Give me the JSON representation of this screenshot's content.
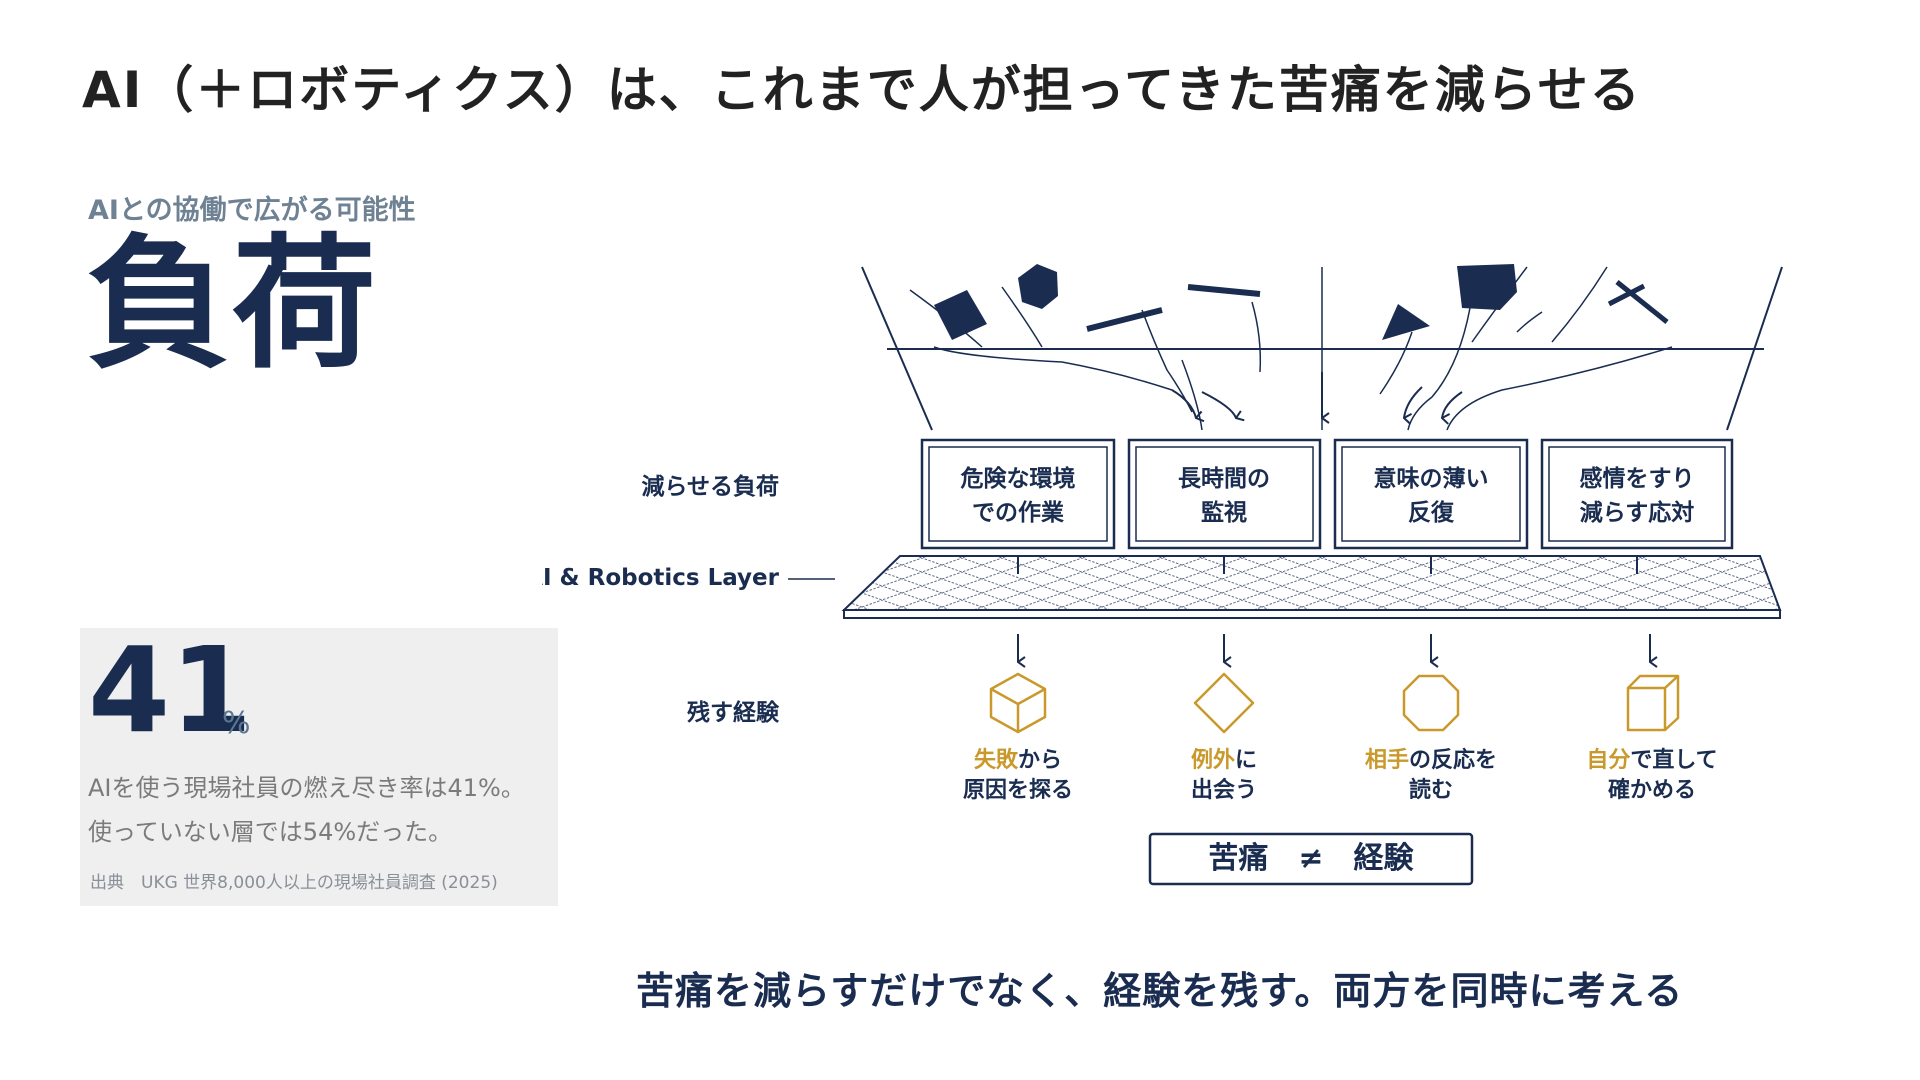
{
  "page": {
    "title": "AI（＋ロボティクス）は、これまで人が担ってきた苦痛を減らせる",
    "subtitle": "AIとの協働で広がる可能性",
    "keyword": "負荷",
    "footer": "苦痛を減らすだけでなく、経験を残す。両方を同時に考える"
  },
  "stat": {
    "value": "41",
    "unit": "%",
    "lines": [
      "AIを使う現場社員の燃え尽き率は41%。",
      "使っていない層では54%だった。"
    ],
    "source": "出典　UKG 世界8,000人以上の現場社員調査 (2025)"
  },
  "diagram": {
    "row_labels": {
      "burden": "減らせる負荷",
      "layer": "AI & Robotics Layer",
      "experience": "残す経験"
    },
    "burdens": [
      {
        "line1": "危険な環境",
        "line2": "での作業"
      },
      {
        "line1": "長時間の",
        "line2": "監視"
      },
      {
        "line1": "意味の薄い",
        "line2": "反復"
      },
      {
        "line1": "感情をすり",
        "line2": "減らす応対"
      }
    ],
    "experiences": [
      {
        "icon": "cube-icon",
        "highlight": "失敗",
        "rest": "から",
        "line2": "原因を探る"
      },
      {
        "icon": "diamond-icon",
        "highlight": "例外",
        "rest": "に",
        "line2": "出会う"
      },
      {
        "icon": "octagon-icon",
        "highlight": "相手",
        "rest": "の反応を",
        "line2": "読む"
      },
      {
        "icon": "box-icon",
        "highlight": "自分",
        "rest": "で直して",
        "line2": "確かめる"
      }
    ],
    "equation": "苦痛　≠　経験",
    "colors": {
      "navy": "#1a2d50",
      "gold": "#c9992b",
      "grey": "#7b7b7b"
    }
  }
}
